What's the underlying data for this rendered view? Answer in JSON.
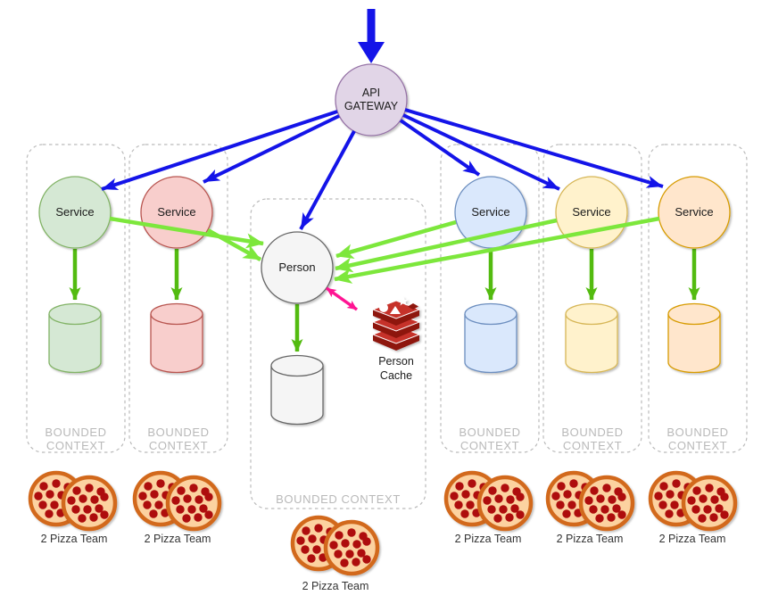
{
  "gateway": {
    "label_lines": [
      "API",
      "GATEWAY"
    ]
  },
  "contexts": [
    {
      "id": "context-green",
      "service_label": "Service",
      "context_lines": [
        "BOUNDED",
        "CONTEXT"
      ],
      "team_label": "2 Pizza Team",
      "fill": "#D5E8D4",
      "stroke": "#82B366"
    },
    {
      "id": "context-red",
      "service_label": "Service",
      "context_lines": [
        "BOUNDED",
        "CONTEXT"
      ],
      "team_label": "2 Pizza Team",
      "fill": "#F8CECC",
      "stroke": "#B85450"
    },
    {
      "id": "context-person",
      "service_label": "Person",
      "context_lines": [
        "BOUNDED CONTEXT"
      ],
      "team_label": "2 Pizza Team",
      "fill": "#F5F5F5",
      "stroke": "#666666",
      "cache_label_lines": [
        "Person",
        "Cache"
      ]
    },
    {
      "id": "context-blue",
      "service_label": "Service",
      "context_lines": [
        "BOUNDED",
        "CONTEXT"
      ],
      "team_label": "2 Pizza Team",
      "fill": "#DAE8FC",
      "stroke": "#6C8EBF"
    },
    {
      "id": "context-yellow",
      "service_label": "Service",
      "context_lines": [
        "BOUNDED",
        "CONTEXT"
      ],
      "team_label": "2 Pizza Team",
      "fill": "#FFF2CC",
      "stroke": "#D6B656"
    },
    {
      "id": "context-orange",
      "service_label": "Service",
      "context_lines": [
        "BOUNDED",
        "CONTEXT"
      ],
      "team_label": "2 Pizza Team",
      "fill": "#FFE6CC",
      "stroke": "#D79B00"
    }
  ],
  "colors": {
    "inbound_arrow": "#1414E8",
    "db_arrow": "#53BB10",
    "person_call_arrow": "#7DE73C",
    "cache_arrow": "#FF1493",
    "gateway_fill": "#E1D5E7",
    "gateway_stroke": "#9673A6",
    "context_border": "#BBBBBB",
    "context_label": "#B9B9B9",
    "pizza_crust": "#D2691E",
    "pizza_base": "#FCD2A0",
    "pepperoni": "#AE0E0E",
    "redis_red": "#C6302B",
    "redis_dark": "#8E1410"
  }
}
